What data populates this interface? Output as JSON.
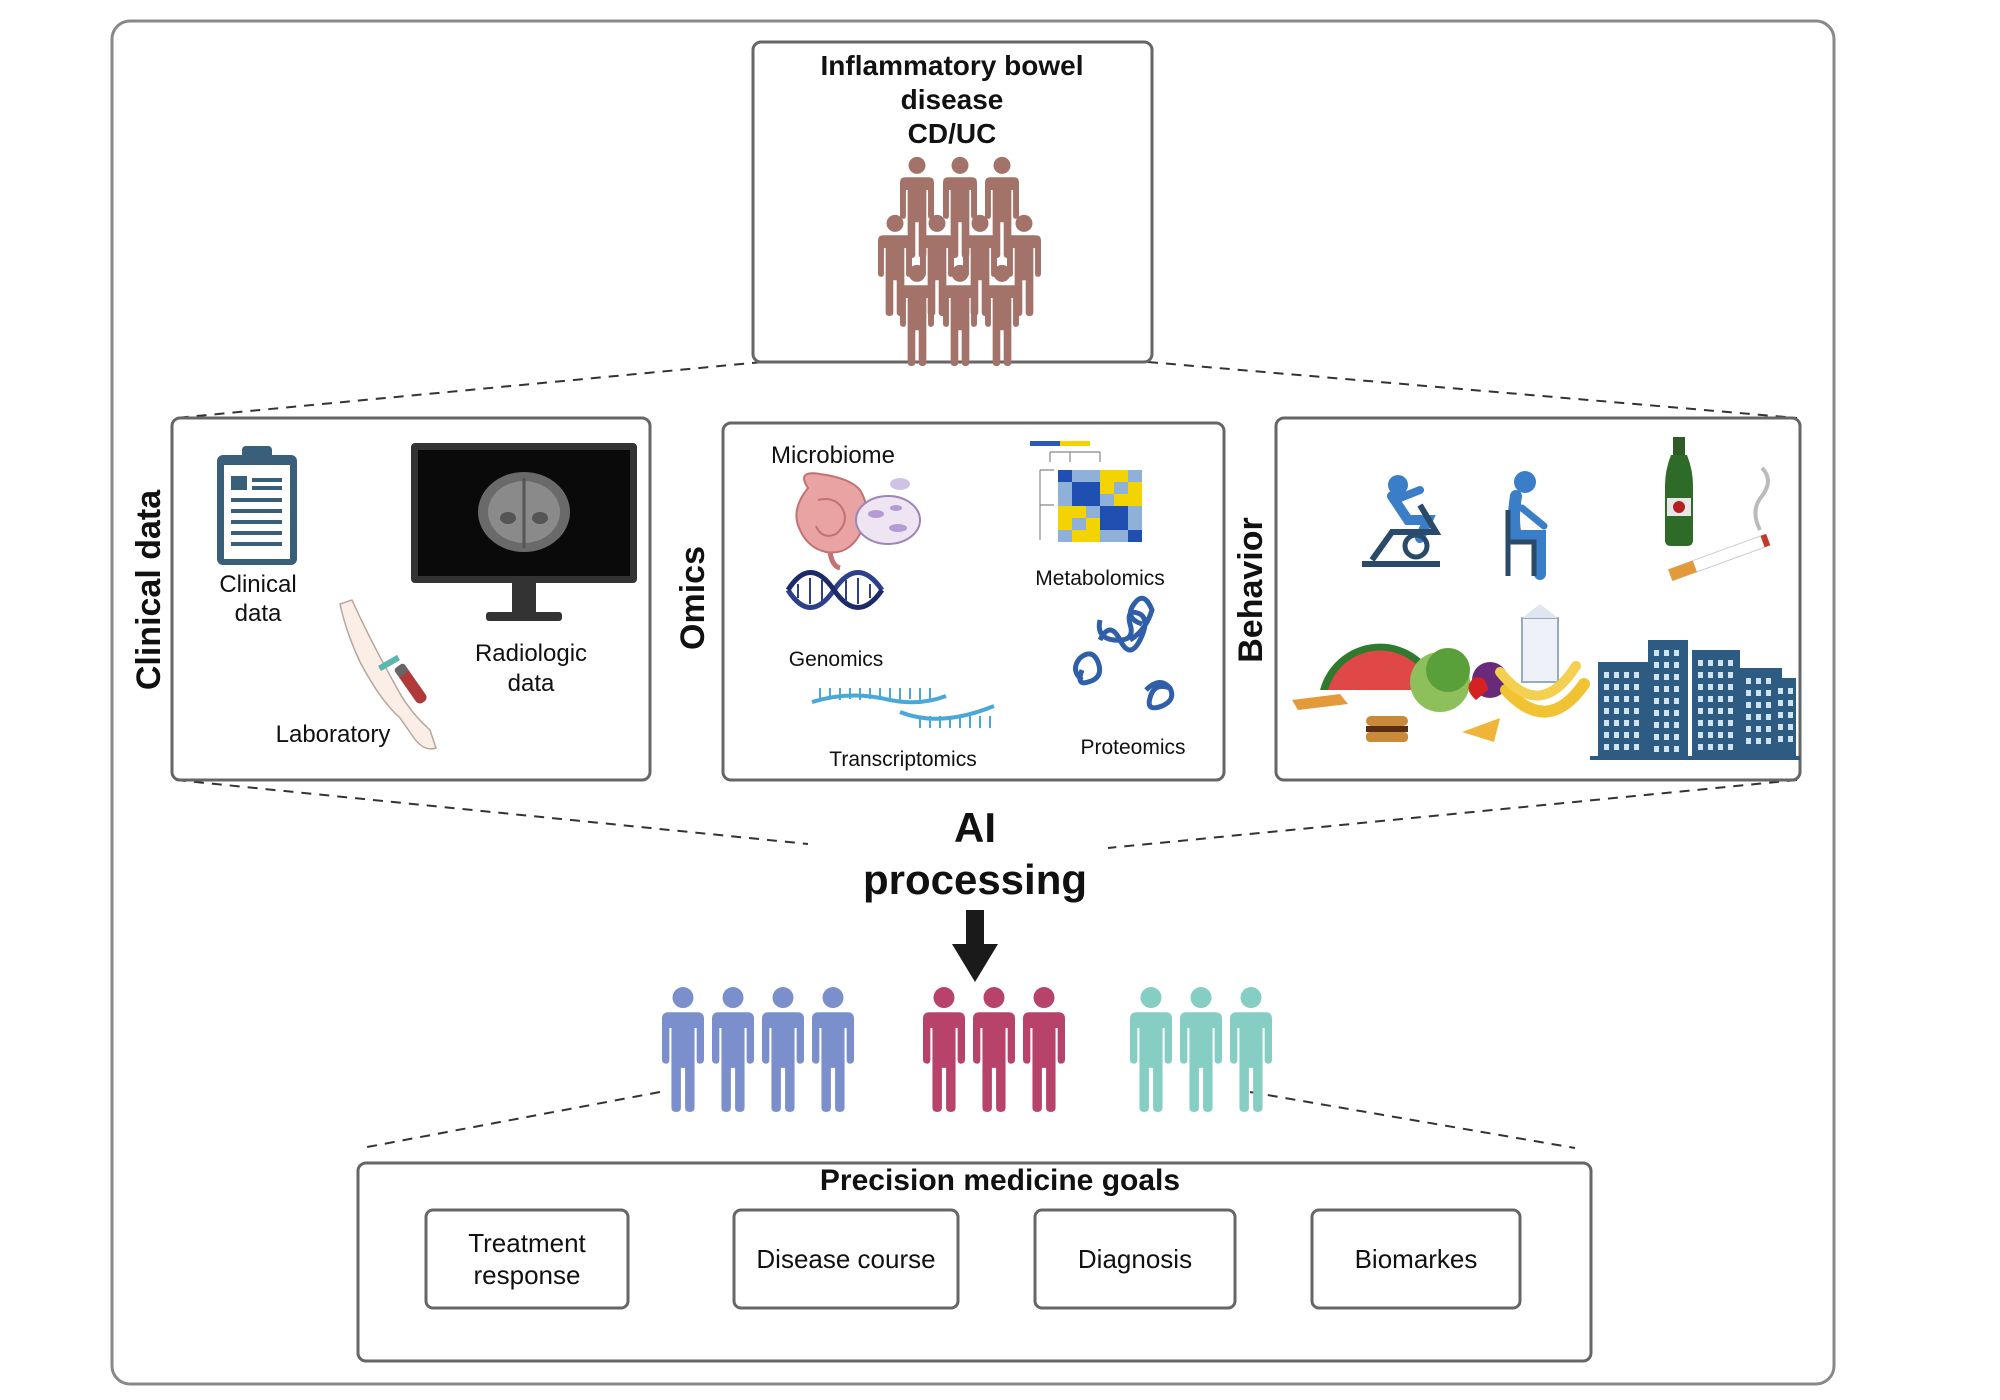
{
  "top_box": {
    "title_lines": [
      "Inflammatory bowel",
      "disease",
      "CD/UC"
    ],
    "people_color": "#a3736a"
  },
  "clinical": {
    "heading": "Clinical data",
    "clinical_label_lines": [
      "Clinical",
      "data"
    ],
    "radiologic_label_lines": [
      "Radiologic",
      "data"
    ],
    "laboratory_label": "Laboratory",
    "icons": [
      "clipboard-icon",
      "monitor-brain-scan-icon",
      "blood-draw-arm-icon"
    ]
  },
  "omics": {
    "heading": "Omics",
    "microbiome_label": "Microbiome",
    "metabolomics_label": "Metabolomics",
    "genomics_label": "Genomics",
    "transcriptomics_label": "Transcriptomics",
    "proteomics_label": "Proteomics",
    "icons": [
      "intestine-bacteria-icon",
      "heatmap-icon",
      "dna-icon",
      "rna-icon",
      "protein-icon"
    ]
  },
  "behavior": {
    "heading": "Behavior",
    "icons": [
      "exercise-bike-icon",
      "sitting-person-icon",
      "beer-bottle-icon",
      "cigarette-icon",
      "food-icon",
      "city-buildings-icon"
    ]
  },
  "ai": {
    "title_lines": [
      "AI",
      "processing"
    ]
  },
  "groups": [
    {
      "count": 4,
      "color": "#7b8fcc"
    },
    {
      "count": 3,
      "color": "#b8436a"
    },
    {
      "count": 3,
      "color": "#86cdc4"
    }
  ],
  "goals": {
    "title": "Precision medicine goals",
    "items": [
      {
        "lines": [
          "Treatment",
          "response"
        ]
      },
      {
        "lines": [
          "Disease course"
        ]
      },
      {
        "lines": [
          "Diagnosis"
        ]
      },
      {
        "lines": [
          "Biomarkes"
        ]
      }
    ]
  }
}
